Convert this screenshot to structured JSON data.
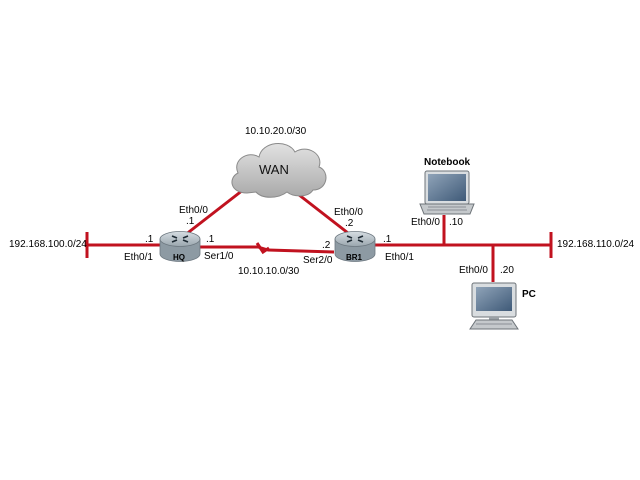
{
  "colors": {
    "link": "#c1121f",
    "router_body": "#a9b4bc",
    "cloud": "#c9c9c9"
  },
  "cloud": {
    "label": "WAN",
    "network": "10.10.20.0/30"
  },
  "hq": {
    "name": "HQ",
    "eth00": "Eth0/0",
    "eth00_ip": ".1",
    "eth01": "Eth0/1",
    "eth01_ip": ".1",
    "ser10": "Ser1/0",
    "ser10_ip": ".1"
  },
  "br1": {
    "name": "BR1",
    "eth00": "Eth0/0",
    "eth00_ip": ".2",
    "eth01": "Eth0/1",
    "eth01_ip": ".1",
    "ser20": "Ser2/0",
    "ser20_ip": ".2"
  },
  "serial_network": "10.10.10.0/30",
  "lan_left": "192.168.100.0/24",
  "lan_right": "192.168.110.0/24",
  "notebook": {
    "name": "Notebook",
    "iface": "Eth0/0",
    "ip": ".10"
  },
  "pc": {
    "name": "PC",
    "iface": "Eth0/0",
    "ip": ".20"
  }
}
